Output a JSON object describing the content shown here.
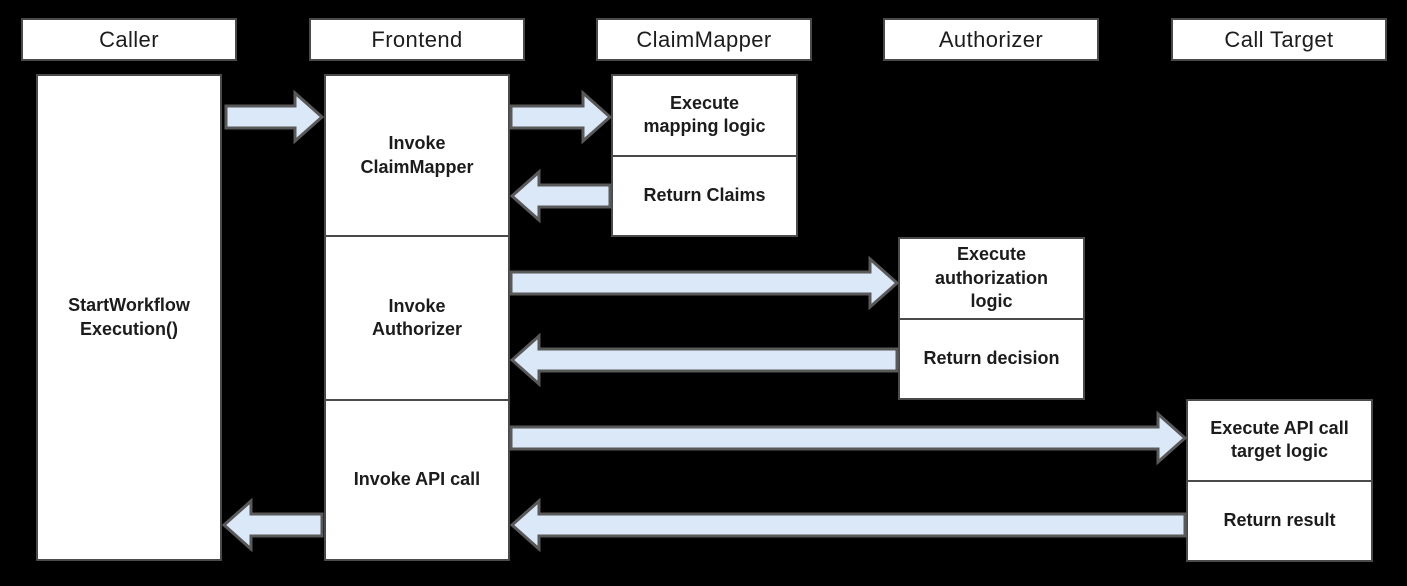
{
  "colors": {
    "background": "#000000",
    "box_fill": "#ffffff",
    "box_border": "#4a4a4a",
    "arrow_fill": "#dae8f8",
    "arrow_border": "#595959",
    "text": "#1c1c1c"
  },
  "lifelines": [
    {
      "id": "caller",
      "label": "Caller"
    },
    {
      "id": "frontend",
      "label": "Frontend"
    },
    {
      "id": "claim_mapper",
      "label": "ClaimMapper"
    },
    {
      "id": "authorizer",
      "label": "Authorizer"
    },
    {
      "id": "call_target",
      "label": "Call Target"
    }
  ],
  "activations": {
    "caller": {
      "label": "StartWorkflow\nExecution()"
    },
    "frontend": {
      "sections": [
        {
          "label": "Invoke\nClaimMapper"
        },
        {
          "label": "Invoke\nAuthorizer"
        },
        {
          "label": "Invoke API call"
        }
      ]
    },
    "claim_mapper": [
      {
        "label": "Execute\nmapping logic"
      },
      {
        "label": "Return Claims"
      }
    ],
    "authorizer": [
      {
        "label": "Execute\nauthorization\nlogic"
      },
      {
        "label": "Return decision"
      }
    ],
    "call_target": [
      {
        "label": "Execute API call\ntarget logic"
      },
      {
        "label": "Return result"
      }
    ]
  },
  "messages": [
    {
      "from": "Caller",
      "to": "Frontend",
      "direction": "right",
      "step": "StartWorkflowExecution()"
    },
    {
      "from": "Frontend",
      "to": "ClaimMapper",
      "direction": "right",
      "step": "Invoke ClaimMapper"
    },
    {
      "from": "ClaimMapper",
      "to": "Frontend",
      "direction": "left",
      "step": "Return Claims"
    },
    {
      "from": "Frontend",
      "to": "Authorizer",
      "direction": "right",
      "step": "Invoke Authorizer"
    },
    {
      "from": "Authorizer",
      "to": "Frontend",
      "direction": "left",
      "step": "Return decision"
    },
    {
      "from": "Frontend",
      "to": "Call Target",
      "direction": "right",
      "step": "Invoke API call"
    },
    {
      "from": "Call Target",
      "to": "Frontend",
      "direction": "left",
      "step": "Return result"
    },
    {
      "from": "Frontend",
      "to": "Caller",
      "direction": "left",
      "step": "Return result"
    }
  ]
}
